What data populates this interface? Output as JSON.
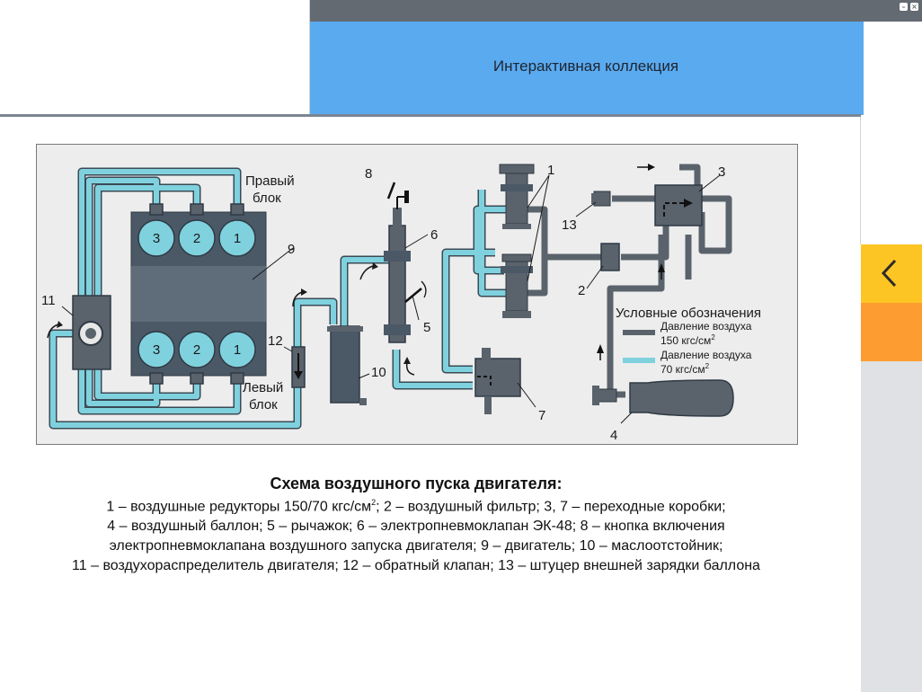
{
  "header": {
    "title": "Интерактивная коллекция"
  },
  "window": {
    "buttons": [
      "minimize-icon",
      "close-icon"
    ]
  },
  "nav": {
    "back_icon": "chevron-left-icon"
  },
  "diagram": {
    "right_block": [
      "Правый",
      "блок"
    ],
    "left_block": [
      "Левый",
      "блок"
    ],
    "cylinders": [
      "3",
      "2",
      "1"
    ],
    "numbers": {
      "n1": "1",
      "n2": "2",
      "n3": "3",
      "n4": "4",
      "n5": "5",
      "n6": "6",
      "n7": "7",
      "n8": "8",
      "n9": "9",
      "n10": "10",
      "n11": "11",
      "n12": "12",
      "n13": "13"
    },
    "legend": {
      "title": "Условные обозначения",
      "high_line1": "Давление воздуха",
      "high_line2": "150 кгс/см",
      "low_line1": "Давление воздуха",
      "low_line2": "70 кгс/см",
      "sup": "2"
    },
    "colors": {
      "high": "#5a636c",
      "low": "#7fd1de",
      "body": "#4b5866",
      "cyl": "#7fd1de"
    }
  },
  "caption": {
    "title": "Схема воздушного пуска двигателя:",
    "line1a": "1 – воздушные редукторы 150/70 кгс/см",
    "line1sup": "2",
    "line1b": "; 2 – воздушный фильтр; 3, 7 – переходные коробки;",
    "line2": "4 – воздушный баллон; 5 – рычажок; 6 – электропневмоклапан ЭК-48; 8 – кнопка включения",
    "line3": "электропневмоклапана воздушного запуска двигателя; 9 – двигатель; 10 – маслоотстойник;",
    "line4": "11 – воздухораспределитель двигателя; 12 – обратный клапан; 13 – штуцер внешней зарядки баллона"
  }
}
